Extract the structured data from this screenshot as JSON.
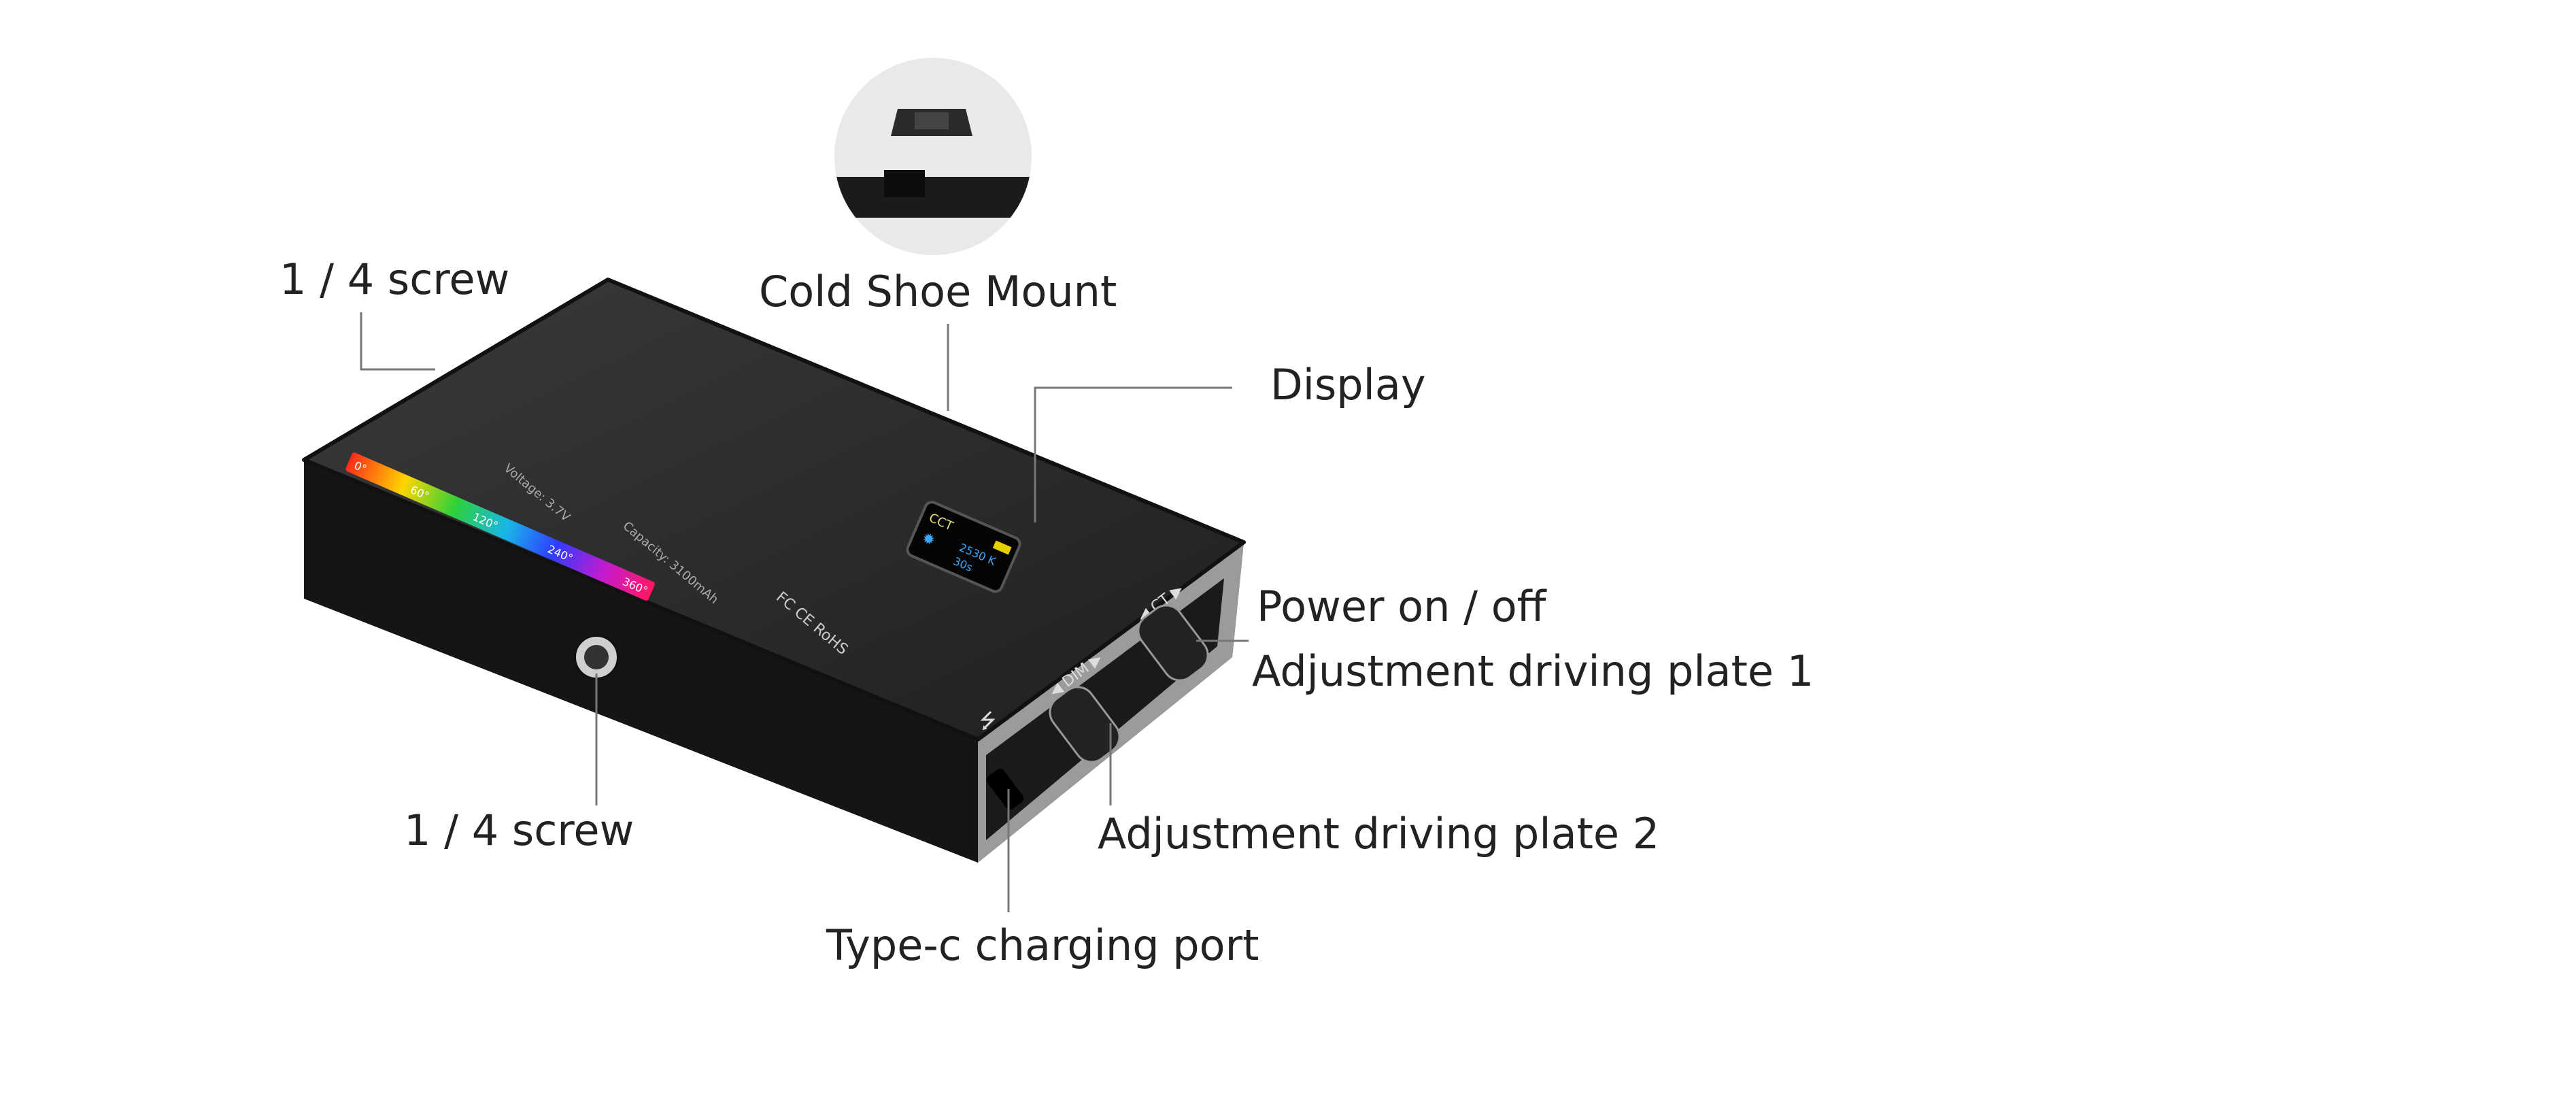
{
  "labels": {
    "screw_top": "1 / 4 screw",
    "cold_shoe": "Cold Shoe Mount",
    "display": "Display",
    "power": "Power on / off",
    "plate1": "Adjustment driving plate 1",
    "plate2": "Adjustment driving plate 2",
    "typec": "Type-c charging port",
    "screw_bottom": "1 / 4 screw"
  },
  "device": {
    "voltage": "Voltage: 3.7V",
    "capacity": "Capacity: 3100mAh",
    "certs": "FC CE RoHS",
    "screen_mode": "CCT",
    "screen_temp": "2530 K",
    "screen_time": "30s",
    "dim_label": "◀ DIM ▶",
    "ct_label": "◀ CT ▶",
    "hue_ticks": [
      "0°",
      "60°",
      "120°",
      "240°",
      "360°"
    ]
  },
  "colors": {
    "body": "#2b2b2d",
    "edge": "#151516",
    "screen_text": "#3aa8ff",
    "screen_mode": "#e6e07a"
  }
}
